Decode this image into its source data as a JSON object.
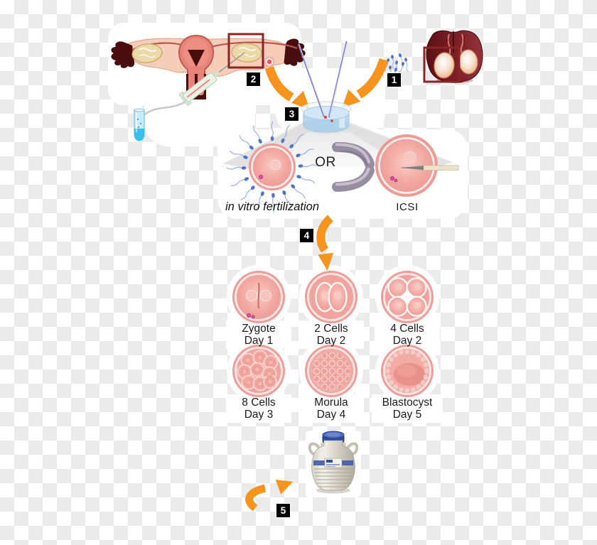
{
  "diagram": {
    "badges": {
      "b1": "1",
      "b2": "2",
      "b3": "3",
      "b4": "4",
      "b5": "5"
    },
    "labels": {
      "or": "OR",
      "ivf": "in vitro fertilization",
      "icsi": "ICSI"
    },
    "embryos": [
      {
        "name": "Zygote",
        "day": "Day 1"
      },
      {
        "name": "2 Cells",
        "day": "Day 2"
      },
      {
        "name": "4 Cells",
        "day": "Day 2"
      },
      {
        "name": "8 Cells",
        "day": "Day 3"
      },
      {
        "name": "Morula",
        "day": "Day 4"
      },
      {
        "name": "Blastocyst",
        "day": "Day 5"
      }
    ],
    "icons": {
      "uterus": "uterus-ovaries-illustration",
      "syringe": "egg-retrieval-syringe-icon",
      "test_tube": "test-tube-icon",
      "testes": "testes-illustration",
      "sperm": "sperm-icon",
      "petri_dish": "petri-dish-icon",
      "pipettes": "micropipette-icon",
      "ivf_egg": "egg-with-sperm-icon",
      "icsi_clamp": "holding-pipette-icon",
      "icsi_needle": "injection-needle-icon",
      "dewar": "cryo-storage-tank-icon",
      "arrows": "orange-flow-arrow-icon"
    },
    "colors": {
      "arrow_orange": "#F7941E",
      "badge_black": "#000000",
      "box_red": "#8B2424",
      "egg_pink": "#EE9C96",
      "egg_light": "#F6BDB7",
      "sperm_blue": "#4E74C2",
      "dish_blue": "#C6E0F2",
      "dewar_cap_blue": "#2E4FA3",
      "checker_gray": "#EBEBEB"
    }
  }
}
